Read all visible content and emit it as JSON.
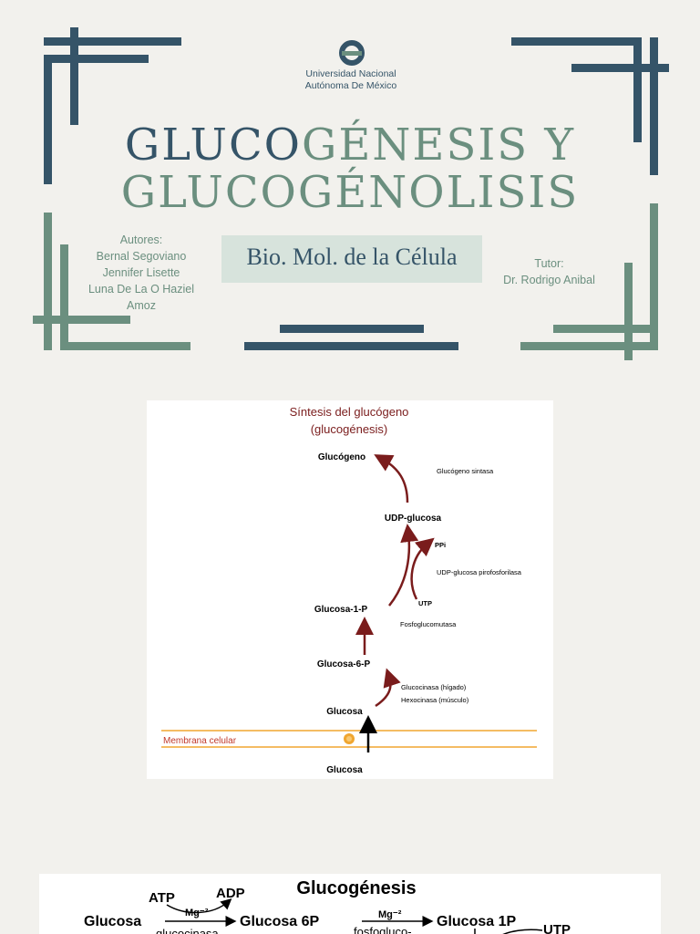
{
  "university": {
    "line1": "Universidad Nacional",
    "line2": "Autónoma De México"
  },
  "title": {
    "part1": "GLUCO",
    "part2": "GÉNESIS Y",
    "line2": "GLUCOGÉNOLISIS"
  },
  "course": "Bio. Mol. de la Célula",
  "authors": {
    "heading": "Autores:",
    "names": [
      "Bernal Segoviano",
      "Jennifer Lisette",
      "Luna De La O Haziel",
      "Amoz"
    ]
  },
  "tutor": {
    "heading": "Tutor:",
    "name": "Dr. Rodrigo Anibal"
  },
  "diagram1": {
    "title_line1": "Síntesis del glucógeno",
    "title_line2": "(glucogénesis)",
    "glucogeno": "Glucógeno",
    "glucogeno_sintasa": "Glucógeno sintasa",
    "udp_glucosa": "UDP-glucosa",
    "ppi": "PPi",
    "udp_pirofosforilasa": "UDP-glucosa pirofosforilasa",
    "utp": "UTP",
    "glucosa1p": "Glucosa-1-P",
    "fosfoglucomutasa": "Fosfoglucomutasa",
    "glucosa6p": "Glucosa-6-P",
    "glucocinasa": "Glucocinasa (hígado)",
    "hexocinasa": "Hexocinasa  (músculo)",
    "glucosa_in": "Glucosa",
    "membrana": "Membrana celular",
    "glucosa_out": "Glucosa"
  },
  "diagram2": {
    "title": "Glucogénesis",
    "atp": "ATP",
    "adp": "ADP",
    "mg1": "Mg⁻²",
    "glucosa": "Glucosa",
    "glucosa6p": "Glucosa 6P",
    "mg2": "Mg⁻²",
    "glucosa1p": "Glucosa 1P",
    "utp": "UTP",
    "glucocinasa_partial": "glucocinasa",
    "fosfogluco_partial": "fosfogluco-"
  },
  "colors": {
    "dark": "#355468",
    "green": "#6b8f7f",
    "maroon": "#7a1c1c",
    "membrane": "#f0a630"
  }
}
